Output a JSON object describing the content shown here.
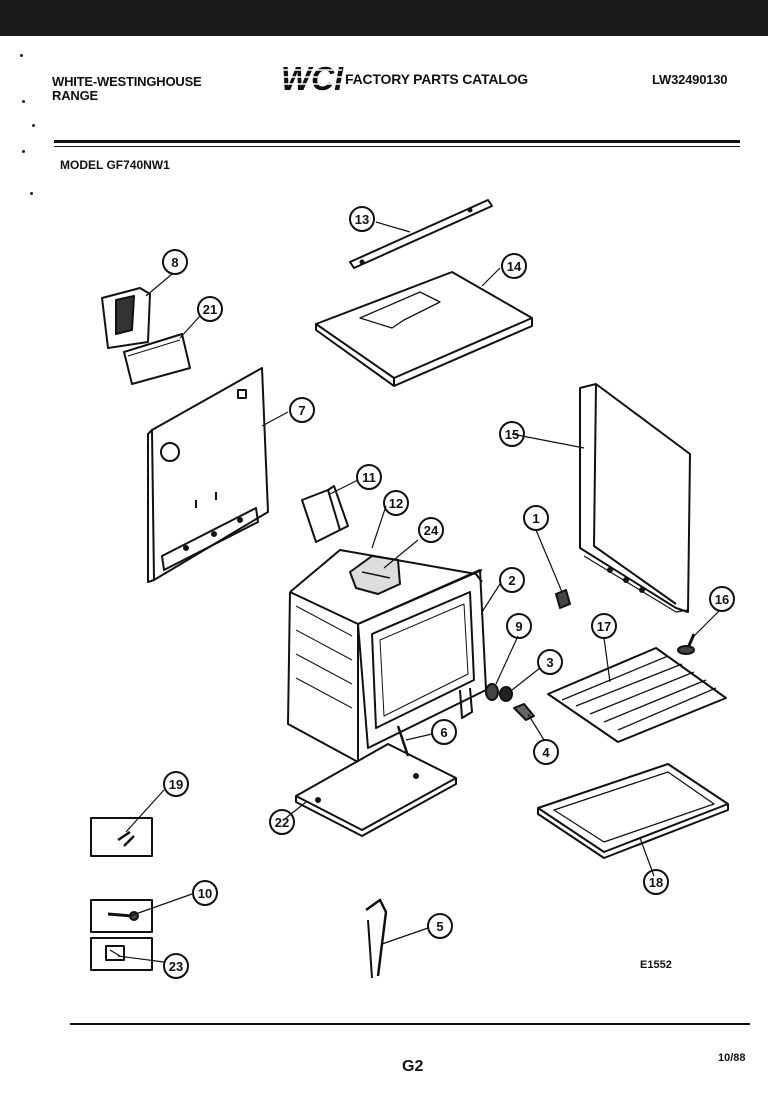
{
  "header": {
    "brand_line1": "WHITE-WESTINGHOUSE",
    "brand_line2": "RANGE",
    "logo_text": "WCI",
    "title": "FACTORY PARTS CATALOG",
    "catalog_code": "LW32490130"
  },
  "model": "MODEL GF740NW1",
  "parts": [
    {
      "num": "1"
    },
    {
      "num": "2"
    },
    {
      "num": "3"
    },
    {
      "num": "4"
    },
    {
      "num": "5"
    },
    {
      "num": "6"
    },
    {
      "num": "7"
    },
    {
      "num": "8"
    },
    {
      "num": "9"
    },
    {
      "num": "10"
    },
    {
      "num": "11"
    },
    {
      "num": "12"
    },
    {
      "num": "13"
    },
    {
      "num": "14"
    },
    {
      "num": "15"
    },
    {
      "num": "16"
    },
    {
      "num": "17"
    },
    {
      "num": "18"
    },
    {
      "num": "19"
    },
    {
      "num": "21"
    },
    {
      "num": "22"
    },
    {
      "num": "23"
    },
    {
      "num": "24"
    }
  ],
  "figure_code": "E1552",
  "footer": {
    "page": "G2",
    "date": "10/88"
  }
}
